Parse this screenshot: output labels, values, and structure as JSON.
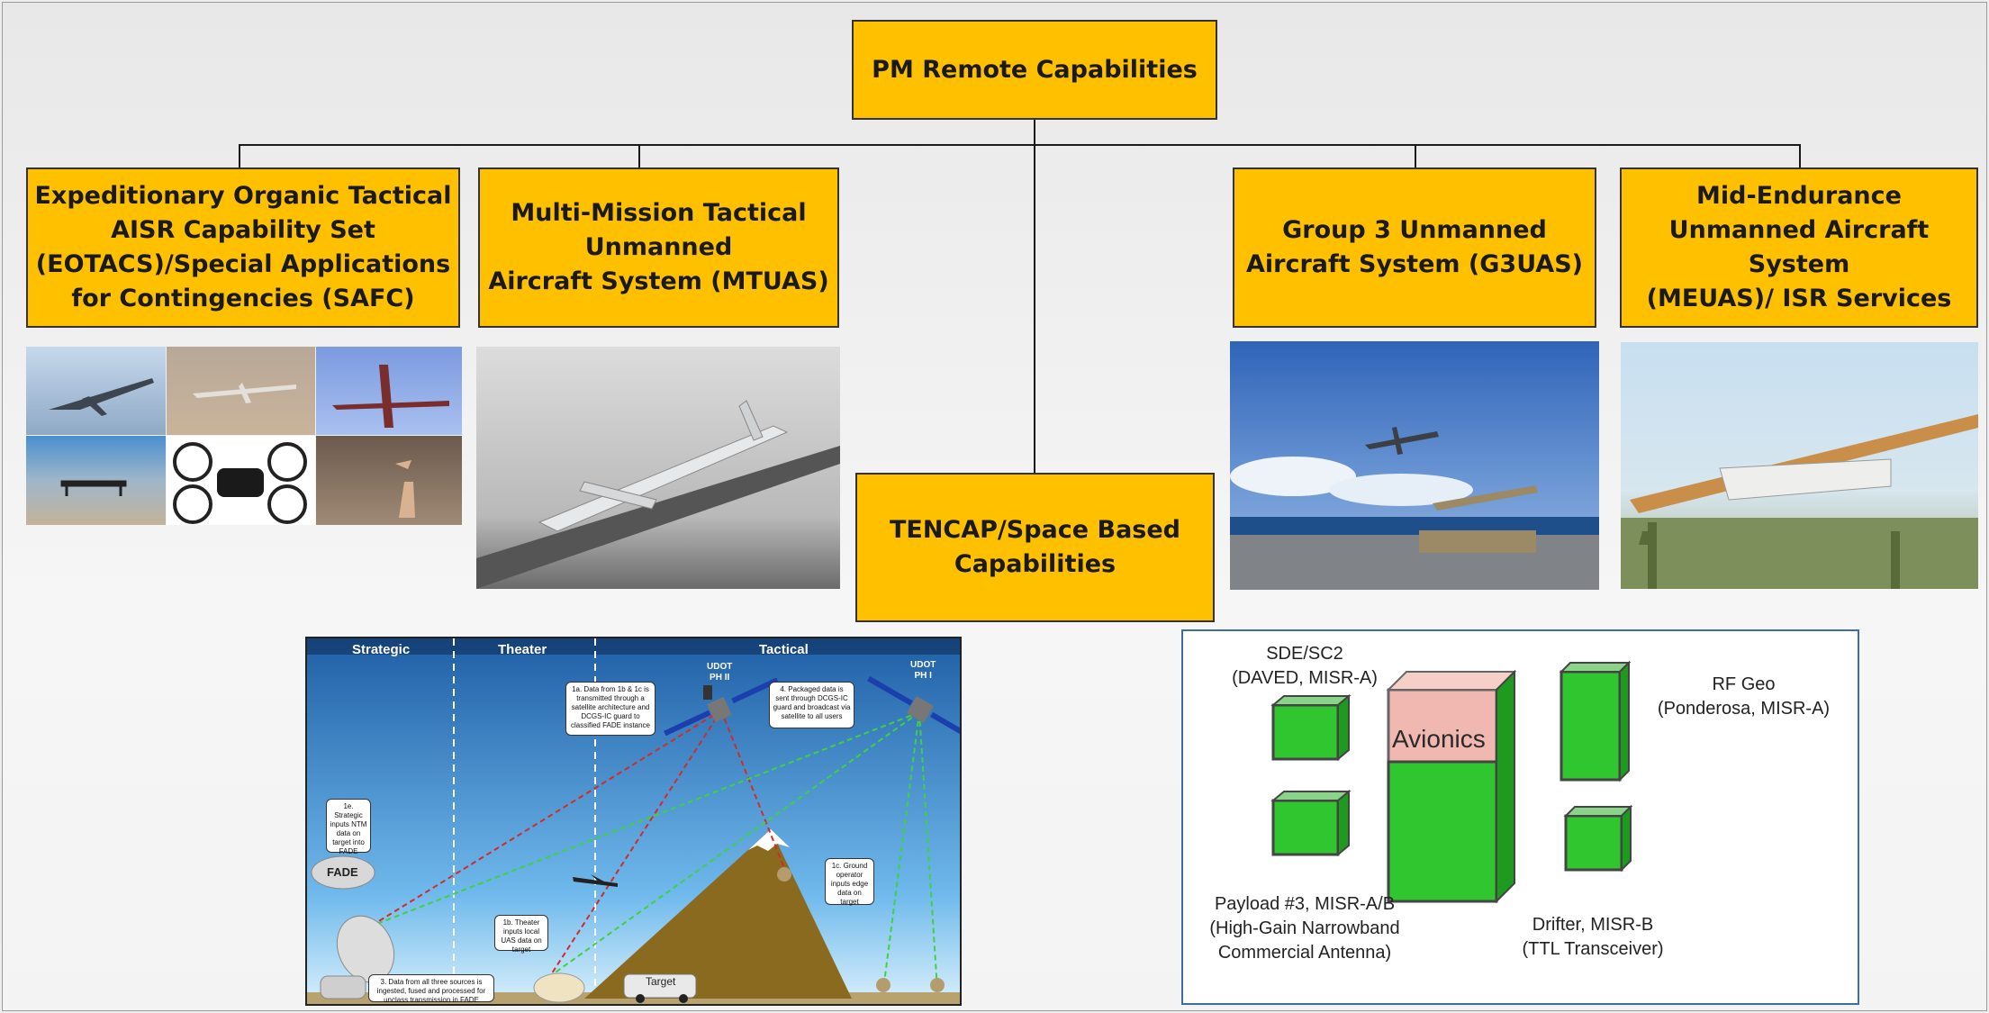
{
  "org_chart": {
    "root": "PM Remote Capabilities",
    "children": [
      "Expeditionary Organic Tactical\nAISR Capability Set\n(EOTACS)/Special Applications\nfor Contingencies (SAFC)",
      "Multi-Mission Tactical\nUnmanned\nAircraft System (MTUAS)",
      "TENCAP/Space Based\nCapabilities",
      "Group 3 Unmanned\nAircraft System (G3UAS)",
      "Mid-Endurance\nUnmanned Aircraft System\n(MEUAS)/ ISR Services"
    ]
  },
  "fade_diagram": {
    "zones": [
      "Strategic",
      "Theater",
      "Tactical"
    ],
    "satellites": [
      "UDOT\nPH II",
      "UDOT\nPH I"
    ],
    "fade_label": "FADE",
    "target_label": "Target",
    "notes": {
      "n1a": "1a. Data from 1b & 1c is transmitted through a satellite architecture and DCGS-IC guard to classified FADE instance",
      "n4": "4. Packaged data is sent through DCGS-IC guard and broadcast via satellite to all users",
      "n1e": "1e. Strategic inputs NTM data on target into FADE",
      "n1c": "1c. Ground operator inputs edge data on target",
      "n1b": "1b. Theater inputs local UAS data on target",
      "n3": "3. Data from all three sources is ingested, fused and processed for unclass transmission in FADE"
    }
  },
  "satellite_panel": {
    "avionics": "Avionics",
    "labels": {
      "sde": "SDE/SC2\n(DAVED, MISR-A)",
      "rfgeo": "RF Geo\n(Ponderosa, MISR-A)",
      "payload": "Payload #3, MISR-A/B\n(High-Gain Narrowband\nCommercial Antenna)",
      "drifter": "Drifter, MISR-B\n(TTL Transceiver)"
    }
  },
  "colors": {
    "box_fill": "#ffc000",
    "sky_top": "#1f5fa6",
    "panel_border": "#3c6ea5",
    "cube_green": "#2fc62f"
  }
}
